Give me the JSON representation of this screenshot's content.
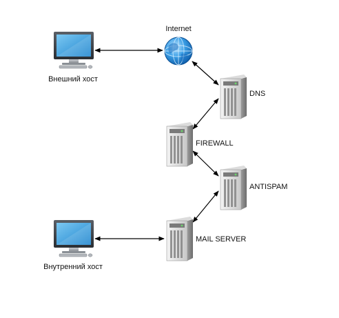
{
  "nodes": {
    "external_host": {
      "label": "Внешний хост"
    },
    "internet": {
      "label": "Internet"
    },
    "dns": {
      "label": "DNS"
    },
    "firewall": {
      "label": "FIREWALL"
    },
    "antispam": {
      "label": "ANTISPAM"
    },
    "mail_server": {
      "label": "MAIL SERVER"
    },
    "internal_host": {
      "label": "Внутренний хост"
    }
  },
  "edges": [
    {
      "from": "external_host",
      "to": "internet",
      "arrows": "both"
    },
    {
      "from": "internet",
      "to": "dns",
      "arrows": "both"
    },
    {
      "from": "dns",
      "to": "firewall",
      "arrows": "both"
    },
    {
      "from": "firewall",
      "to": "antispam",
      "arrows": "both"
    },
    {
      "from": "antispam",
      "to": "mail_server",
      "arrows": "both"
    },
    {
      "from": "internal_host",
      "to": "mail_server",
      "arrows": "both"
    }
  ],
  "icons": {
    "external_host": "desktop-computer-icon",
    "internet": "globe-icon",
    "dns": "server-icon",
    "firewall": "server-icon",
    "antispam": "server-icon",
    "mail_server": "server-icon",
    "internal_host": "desktop-computer-icon"
  }
}
